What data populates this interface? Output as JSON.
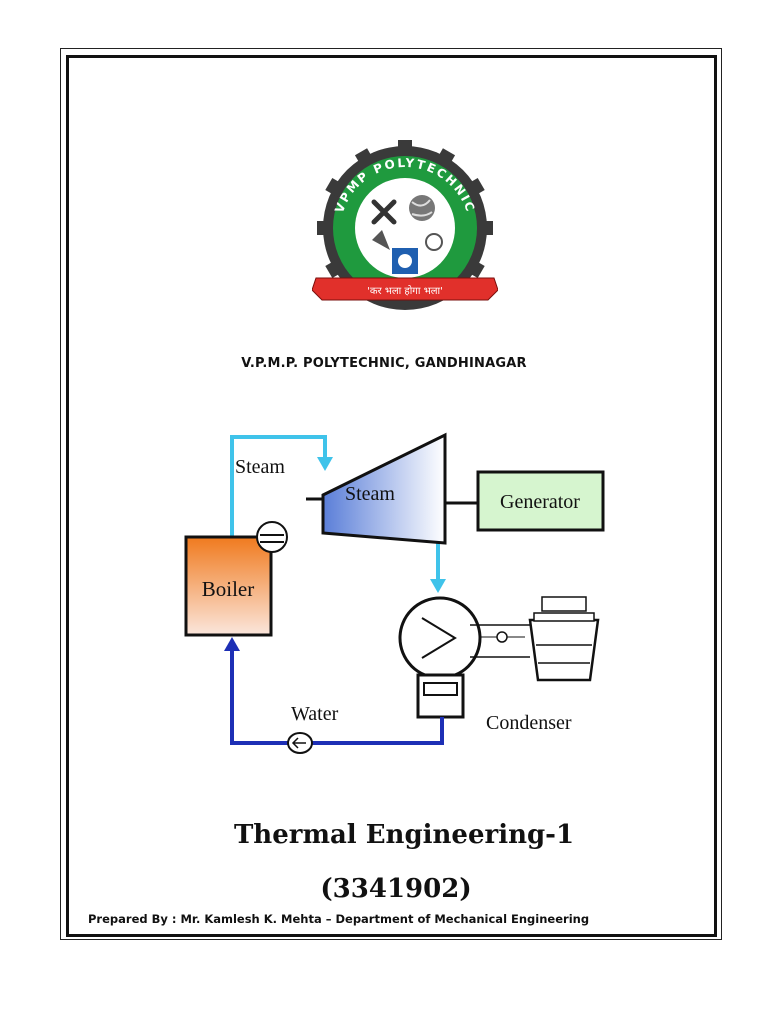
{
  "logo": {
    "ring_text": "VPMP POLYTECHNIC",
    "motto": "'कर भला होगा भला'",
    "colors": {
      "gear": "#3a3a3a",
      "ring": "#1f9a3e",
      "banner": "#e1302b",
      "inner": "#ffffff",
      "emblem": "#1f5fb0"
    }
  },
  "institute_name": "V.P.M.P. POLYTECHNIC, GANDHINAGAR",
  "diagram": {
    "labels": {
      "steam_pipe": "Steam",
      "turbine": "Steam",
      "generator": "Generator",
      "boiler": "Boiler",
      "water": "Water",
      "condenser": "Condenser"
    },
    "colors": {
      "steam_line": "#3fc3ea",
      "water_line": "#1d2fb5",
      "boiler_top": "#f07a1e",
      "turbine": "#6b8fe0",
      "generator": "#d6f5cf"
    }
  },
  "title": "Thermal Engineering-1",
  "course_code": "(3341902)",
  "author_line": "Prepared By : Mr. Kamlesh K. Mehta – Department of Mechanical Engineering"
}
